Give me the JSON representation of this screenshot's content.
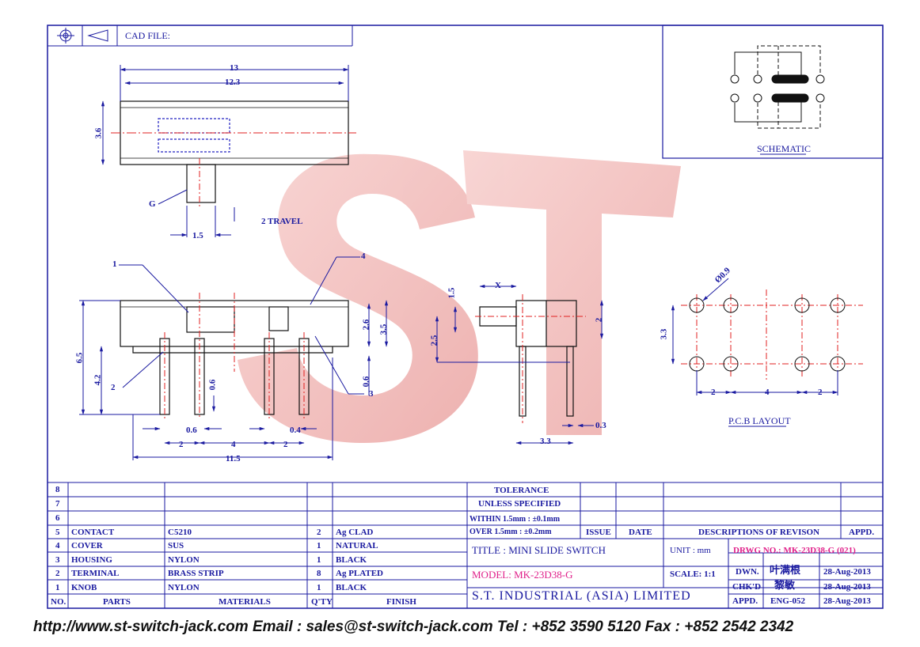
{
  "header": {
    "cad_file_label": "CAD FILE:"
  },
  "watermark": {
    "text": "ST"
  },
  "schematic": {
    "label": "SCHEMATIC"
  },
  "pcb": {
    "label": "P.C.B LAYOUT",
    "dims": {
      "dia": "Ø0.9",
      "height": "3.3",
      "pitch_a": "2",
      "pitch_b": "4",
      "pitch_c": "2"
    }
  },
  "top_view": {
    "dims": {
      "d13": "13",
      "d12_3": "12.3",
      "d3_6": "3.6",
      "d1_5": "1.5",
      "travel": "2  TRAVEL",
      "g": "G"
    }
  },
  "front_view": {
    "dims": {
      "d6_5": "6.5",
      "d4_2": "4.2",
      "d2_6": "2.6",
      "d3_5": "3.5",
      "d0_6a": "0.6",
      "d0_6b": "0.6",
      "d0_6c": "0.6",
      "d0_4": "0.4",
      "d2a": "2",
      "d4": "4",
      "d2b": "2",
      "d11_5": "11.5",
      "c1": "1",
      "c2": "2",
      "c3": "3",
      "c4": "4"
    }
  },
  "side_view": {
    "dims": {
      "d1_5": "1.5",
      "x": "X",
      "d2_5": "2.5",
      "d2": "2",
      "d3_3": "3.3",
      "d0_3": "0.3"
    }
  },
  "bom": {
    "rows": [
      {
        "no": "8",
        "parts": "",
        "materials": "",
        "qty": "",
        "finish": ""
      },
      {
        "no": "7",
        "parts": "",
        "materials": "",
        "qty": "",
        "finish": ""
      },
      {
        "no": "6",
        "parts": "",
        "materials": "",
        "qty": "",
        "finish": ""
      },
      {
        "no": "5",
        "parts": "CONTACT",
        "materials": "C5210",
        "qty": "2",
        "finish": "Ag CLAD"
      },
      {
        "no": "4",
        "parts": "COVER",
        "materials": "SUS",
        "qty": "1",
        "finish": "NATURAL"
      },
      {
        "no": "3",
        "parts": "HOUSING",
        "materials": "NYLON",
        "qty": "1",
        "finish": "BLACK"
      },
      {
        "no": "2",
        "parts": "TERMINAL",
        "materials": "BRASS STRIP",
        "qty": "8",
        "finish": "Ag PLATED"
      },
      {
        "no": "1",
        "parts": "KNOB",
        "materials": "NYLON",
        "qty": "1",
        "finish": "BLACK"
      }
    ],
    "headers": {
      "no": "NO.",
      "parts": "PARTS",
      "materials": "MATERIALS",
      "qty": "Q'TY",
      "finish": "FINISH"
    }
  },
  "tolerance": {
    "line1": "TOLERANCE",
    "line2": "UNLESS   SPECIFIED",
    "line3": "WITHIN  1.5mm : ±0.1mm",
    "line4": "OVER    1.5mm : ±0.2mm"
  },
  "revision": {
    "issue": "ISSUE",
    "date": "DATE",
    "desc": "DESCRIPTIONS  OF  REVISON",
    "appd": "APPD."
  },
  "title_block": {
    "title": "TITLE : MINI SLIDE SWITCH",
    "unit": "UNIT :   mm",
    "drwg": "DRWG  NO.: MK-23D38-G (021)",
    "model": "MODEL: MK-23D38-G",
    "scale": "SCALE:   1:1",
    "company": "S.T.  INDUSTRIAL  (ASIA)  LIMITED",
    "dwn_label": "DWN.",
    "dwn_name": "叶满根",
    "dwn_date": "28-Aug-2013",
    "chkd_label": "CHK'D",
    "chkd_name": "黎敏",
    "chkd_date": "28-Aug-2013",
    "appd_label": "APPD.",
    "appd_name": "ENG-052",
    "appd_date": "28-Aug-2013"
  },
  "footer": {
    "text": "http://www.st-switch-jack.com  Email : sales@st-switch-jack.com  Tel : +852 3590 5120  Fax : +852 2542 2342"
  }
}
